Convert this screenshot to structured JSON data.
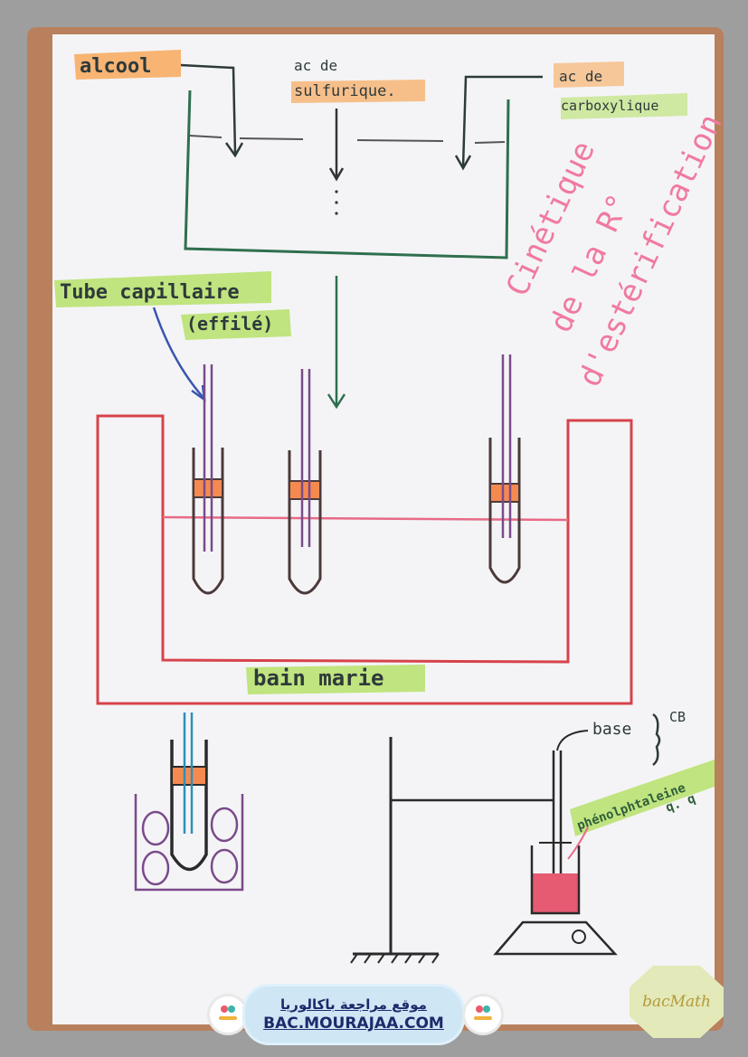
{
  "labels": {
    "alcool": "alcool",
    "acide_sulfurique_1": "ac de",
    "acide_sulfurique_2": "sulfurique.",
    "acide_carboxylique_1": "ac de",
    "acide_carboxylique_2": "carboxylique",
    "title_1": "Cinétique",
    "title_2": "de la R°",
    "title_3": "d'estérification",
    "tube_capillaire_1": "Tube capillaire",
    "tube_capillaire_2": "(effilé)",
    "bain_marie": "bain marie",
    "base": "base",
    "cb": "CB",
    "phenol_1": "phénolphtaleine",
    "phenol_2": "q. q"
  },
  "footer": {
    "arabic": "موقع مراجعة باكالوريا",
    "url": "BAC.MOURAJAA.COM",
    "brand": "bacMath"
  },
  "colors": {
    "highlight_orange": "#f7a85c",
    "highlight_green": "#b6e06a",
    "beaker_green": "#2f6f4f",
    "bath_red": "#d7434b",
    "tube_purple": "#7a4b8a",
    "title_pink": "#f07aa0",
    "liquid_pink": "#e65a72",
    "stopper_orange": "#f58a50",
    "dark_line": "#2e3a3a",
    "blue_arrow": "#3a55b0"
  }
}
